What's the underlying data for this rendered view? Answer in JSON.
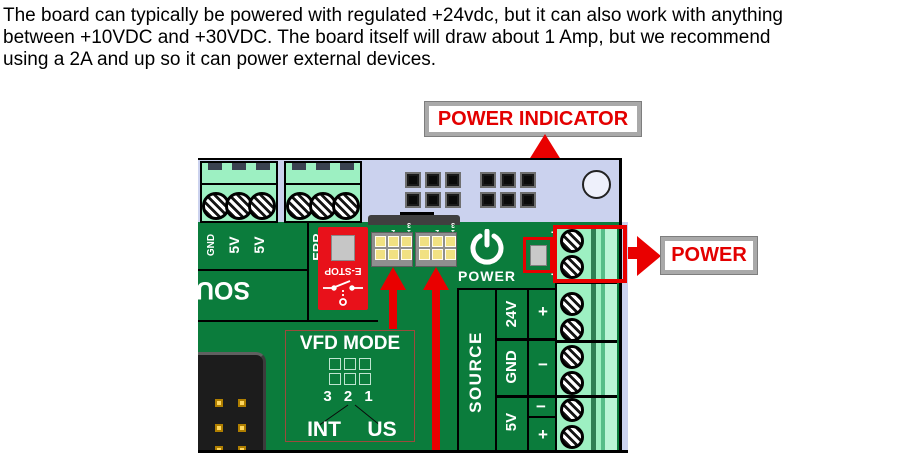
{
  "paragraph": {
    "lines": [
      "The board can typically be powered with regulated +24vdc, but it can also work with anything",
      "between +10VDC and +30VDC.  The board itself will draw about 1 Amp, but we recommend",
      "using a 2A and up so it can power external devices."
    ]
  },
  "callouts": {
    "power_indicator": "POWER INDICATOR",
    "power": "POWER"
  },
  "board": {
    "left_header": {
      "gnd": "GND",
      "v5a": "5V",
      "v5b": "5V"
    },
    "err": "ERR",
    "estop_label": "E-STOP",
    "sound_label": "SOU",
    "jumpers": {
      "left_label": "1 2 3",
      "right_label": "1 2 3"
    },
    "vfd": {
      "title": "VFD MODE",
      "pins": "3 2 1",
      "left_option": "INT",
      "right_option": "US"
    },
    "power": {
      "label": "POWER",
      "plus": "+",
      "minus": "−"
    },
    "source": {
      "label": "SOURCE",
      "v24": "24V",
      "gnd": "GND",
      "v5": "5V",
      "sign_24v": "+",
      "sign_gnd": "−",
      "sign_5v_top": "−",
      "sign_5v_bottom": "+"
    }
  },
  "colors": {
    "pcb_green": "#0b7c3c",
    "terminal_mint": "#9df0c2",
    "board_edge_lavender": "#cbd2ee",
    "annotation_red": "#e90000",
    "callout_text_red": "#e30000",
    "callout_border_gray": "#a9a9a9",
    "jumper_yellow": "#f1e182",
    "led_gray": "#c9c9c9"
  }
}
